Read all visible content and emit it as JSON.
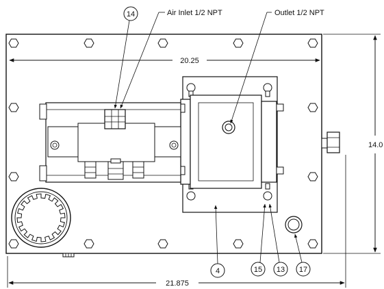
{
  "labels": {
    "air_inlet": "Air Inlet 1/2 NPT",
    "outlet": "Outlet 1/2 NPT"
  },
  "dimensions": {
    "inner_width": "20.25",
    "overall_width": "21.875",
    "height": "14.0"
  },
  "balloons": {
    "b14": "14",
    "b4": "4",
    "b15": "15",
    "b13": "13",
    "b17": "17"
  }
}
